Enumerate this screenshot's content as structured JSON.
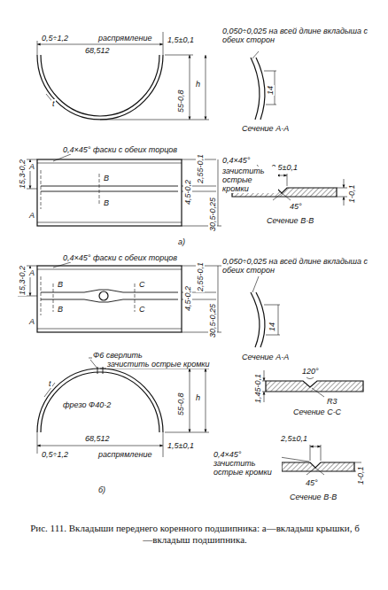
{
  "diagram": {
    "caption": "Рис. 111. Вкладыши переднего коренного подшипника: а—вкладыш крышки, б—вкладыш подшипника.",
    "labels": [
      "0,5÷1,2",
      "распрямление",
      "68,512",
      "1,5±0,1",
      "0,050÷0,025 на всей длине вкладыша с обеих сторон",
      "t",
      "55-0,8",
      "h",
      "14",
      "Сечение А-А",
      "15,3-0,2",
      "0,4×45° фаски с обеих торцов",
      "А",
      "А",
      "В",
      "В",
      "4,5-0,2",
      "2,55-0,1",
      "30,5-0,25",
      "0,4×45°",
      "2,5±0,1",
      "зачистить острые кромки",
      "1-0,1",
      "45°",
      "Сечение В-В",
      "а)",
      "0,4×45° фаски с обеих торцов",
      "15,3-0,2",
      "2,55-0,1",
      "А",
      "А",
      "В",
      "В",
      "С",
      "С",
      "30,5-0,25",
      "4,5-0,2",
      "0,050÷0,025 на всей длине вкладыша с обеих сторон",
      "14",
      "Сечение А-А",
      "Ф6 сверлить",
      "зачистить острые кромки",
      "t",
      "фрезо Ф40-2",
      "55-0,8",
      "h",
      "0,5÷1,2",
      "распрямление",
      "68,512",
      "1,5±0,1",
      "1,45-0,1",
      "120°",
      "R3",
      "Сечение С-С",
      "2,5±0,1",
      "0,4×45° зачистить острые кромки",
      "1-0,1",
      "45°",
      "Сечение В-В",
      "б)"
    ]
  }
}
